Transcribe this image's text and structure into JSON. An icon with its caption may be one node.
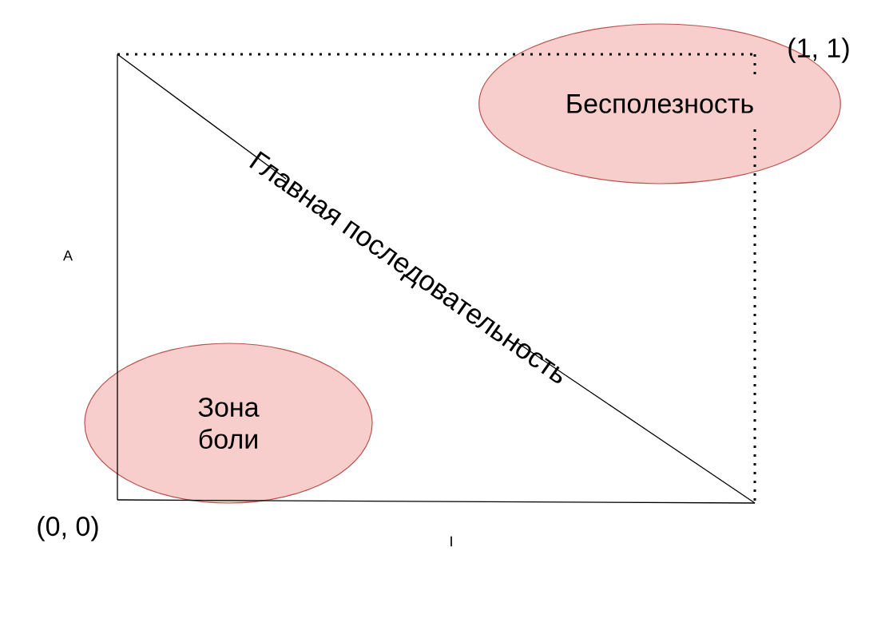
{
  "diagram": {
    "nodes": [
      {
        "text": [
          "Бесполезность"
        ]
      },
      {
        "text": [
          "Зона боли"
        ]
      }
    ],
    "labels": [
      "(1, 1)",
      "A",
      "Главная последовательность",
      "(0, 0)",
      "I"
    ]
  }
}
